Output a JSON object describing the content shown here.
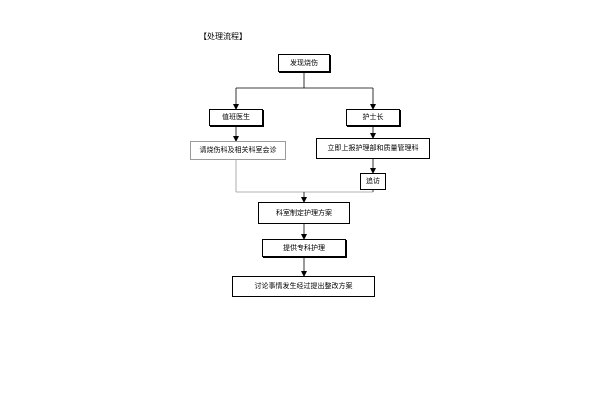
{
  "diagram": {
    "title": "【处理流程】",
    "nodes": {
      "n1": "发现烧伤",
      "n2": "值班医生",
      "n3": "护士长",
      "n4": "请烧伤科及相关科室会诊",
      "n5": "立即上报护理部和质量管理科",
      "n6": "追访",
      "n7": "科室制定护理方案",
      "n8": "提供专科护理",
      "n9": "讨论事情发生经过提出整改方案"
    },
    "colors": {
      "line": "#000000",
      "light_line": "#9a9a9a"
    }
  }
}
